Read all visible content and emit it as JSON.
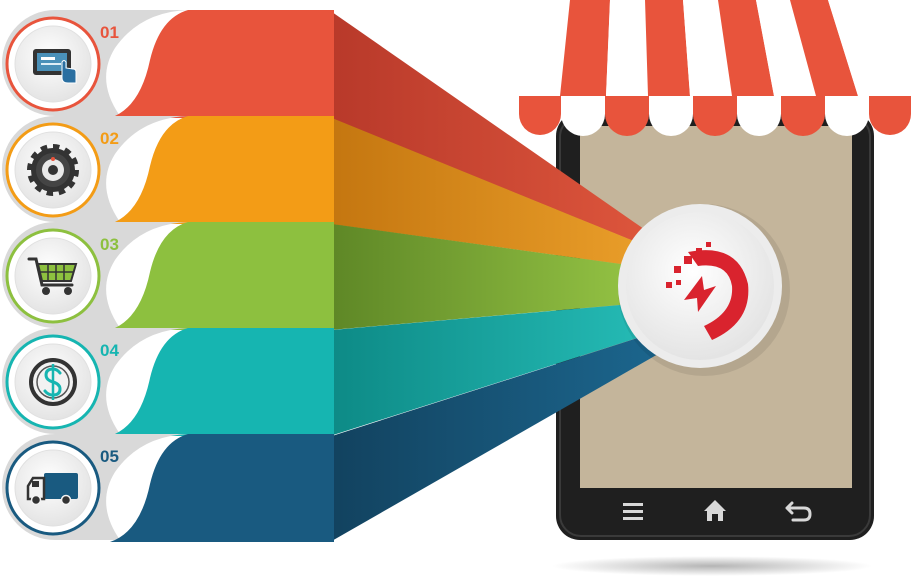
{
  "steps": [
    {
      "number": "01",
      "color": "#e8543c",
      "icon": "touchscreen-tablet-icon"
    },
    {
      "number": "02",
      "color": "#f39c16",
      "icon": "gear-icon"
    },
    {
      "number": "03",
      "color": "#8dc03f",
      "icon": "shopping-cart-icon"
    },
    {
      "number": "04",
      "color": "#16b5b1",
      "icon": "dollar-coin-icon"
    },
    {
      "number": "05",
      "color": "#195a80",
      "icon": "delivery-truck-icon"
    }
  ],
  "storefront": {
    "awning_colors": [
      "#e8543c",
      "#ffffff"
    ],
    "screen_color": "#c4b59b",
    "logo": "red-d-lightning-logo",
    "nav_icons": [
      "menu-icon",
      "home-icon",
      "back-icon"
    ]
  }
}
